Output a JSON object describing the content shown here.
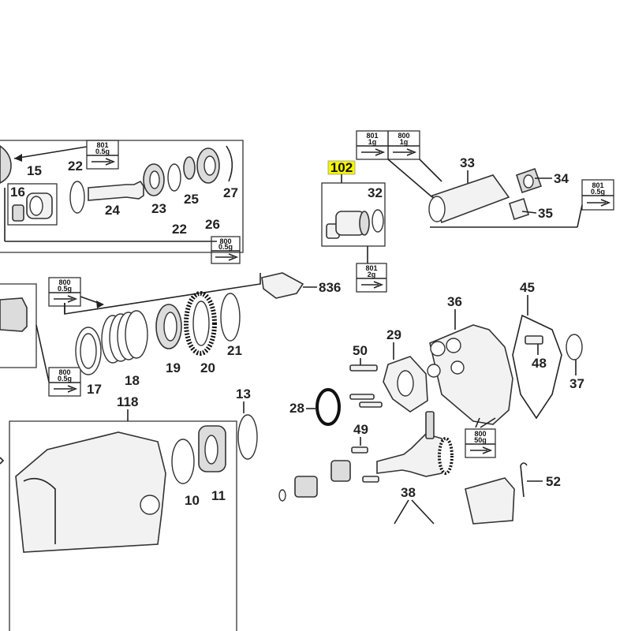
{
  "callouts": {
    "c102": "102",
    "c15": "15",
    "c16": "16",
    "c22a": "22",
    "c24": "24",
    "c23": "23",
    "c22b": "22",
    "c25": "25",
    "c26": "26",
    "c27": "27",
    "c32": "32",
    "c33": "33",
    "c34": "34",
    "c35": "35",
    "c836": "836",
    "c17": "17",
    "c18": "18",
    "c19": "19",
    "c20": "20",
    "c21": "21",
    "c36": "36",
    "c45": "45",
    "c48": "48",
    "c37": "37",
    "c50": "50",
    "c29": "29",
    "c28": "28",
    "c49": "49",
    "c38": "38",
    "c52": "52",
    "c118": "118",
    "c13": "13",
    "c10": "10",
    "c11": "11"
  },
  "badges": {
    "b801_top": {
      "code": "801",
      "qty": "0.5g"
    },
    "b800_left": {
      "code": "800",
      "qty": "0.5g"
    },
    "b801_1g_a": {
      "code": "801",
      "qty": "1g"
    },
    "b800_1g": {
      "code": "800",
      "qty": "1g"
    },
    "b801_right": {
      "code": "801",
      "qty": "0.5g"
    },
    "b801_2g": {
      "code": "801",
      "qty": "2g"
    },
    "b800_mid": {
      "code": "800",
      "qty": "0.5g"
    },
    "b800_low": {
      "code": "800",
      "qty": "0.5g"
    },
    "b800_50g": {
      "code": "800",
      "qty": "50g"
    }
  },
  "colors": {
    "highlight": "#f5f500",
    "ink": "#222222"
  }
}
